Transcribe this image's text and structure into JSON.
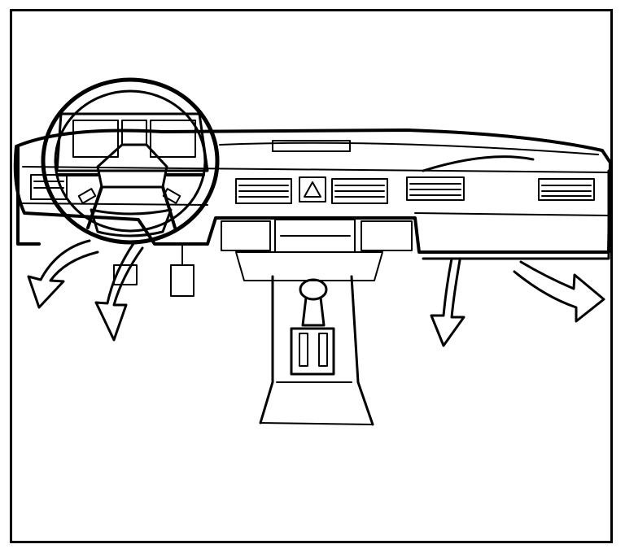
{
  "figure": {
    "subject": "car-dashboard-air-vent-airflow-illustration",
    "style": "black-line-drawing",
    "colors": {
      "ink": "#000000",
      "paper": "#ffffff"
    },
    "parts": {
      "steering_wheel": "steering-wheel",
      "instrument_cluster": "instrument-cluster",
      "center_vents": [
        "center-vent-left",
        "hazard-switch",
        "center-vent-right"
      ],
      "side_vents": [
        "driver-side-vent",
        "passenger-side-vent-left",
        "passenger-side-vent-right"
      ],
      "center_console": [
        "radio",
        "climate-control-left",
        "climate-control-right",
        "gear-shift"
      ],
      "airflow_arrows": 4
    }
  }
}
